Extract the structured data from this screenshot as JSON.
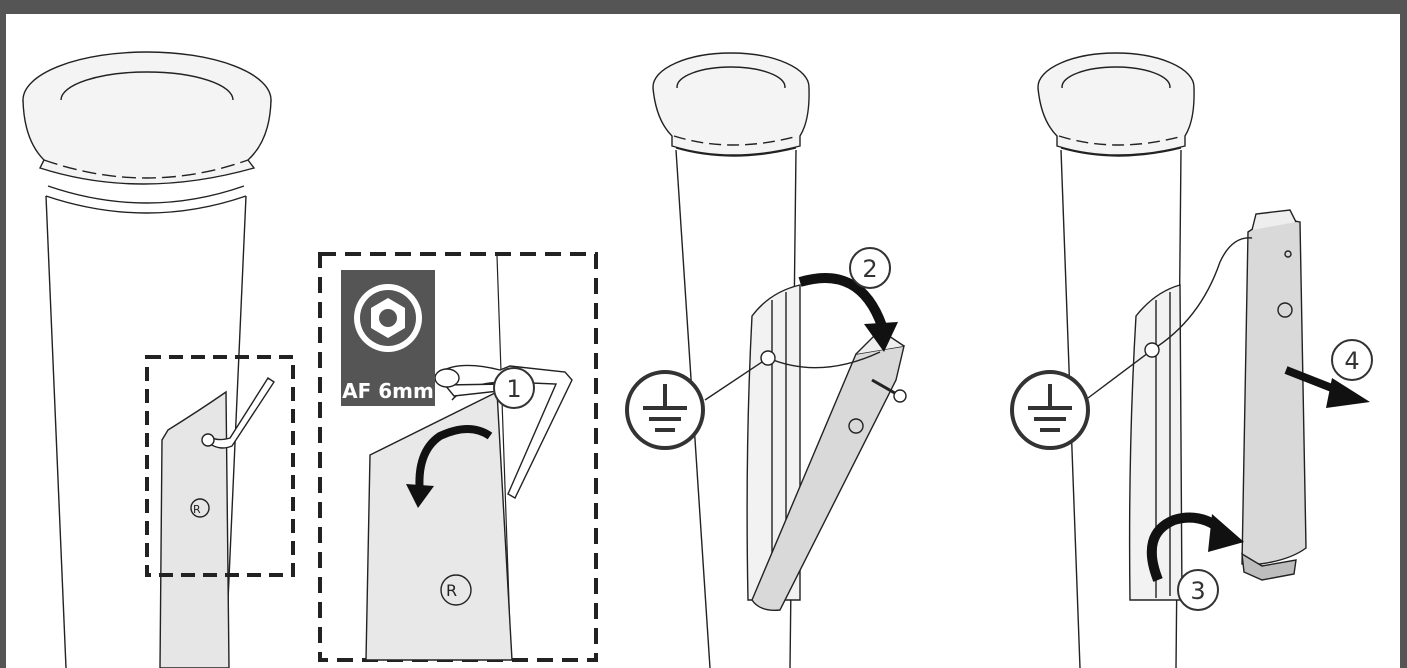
{
  "tool_badge": {
    "label": "AF 6mm",
    "icon": "hex-key-icon"
  },
  "steps": [
    {
      "number": "1"
    },
    {
      "number": "2"
    },
    {
      "number": "3"
    },
    {
      "number": "4"
    }
  ],
  "symbols": {
    "ground": "ground-symbol-icon",
    "logo": "RT-logo-icon"
  },
  "colors": {
    "frame": "#555555",
    "line": "#222222",
    "panel": "#d9d9d9",
    "panel_light": "#ececec"
  }
}
